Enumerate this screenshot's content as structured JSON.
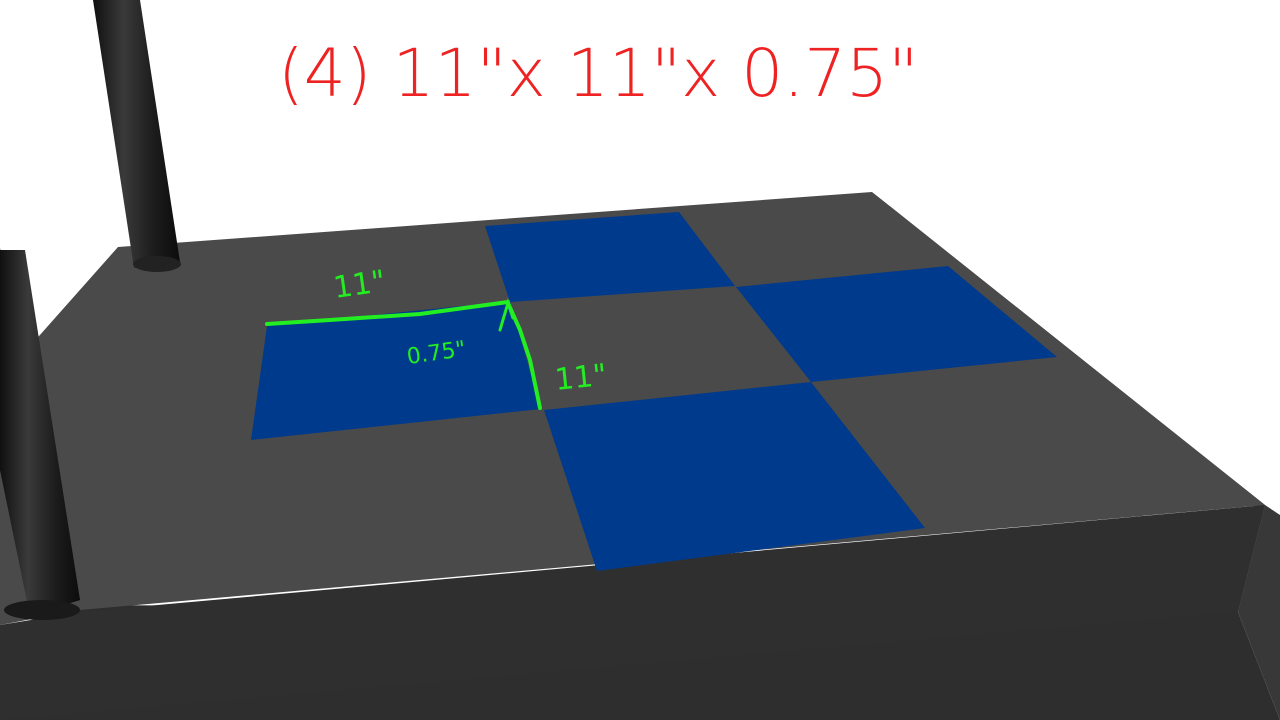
{
  "title_note": "(4) 11\"x 11\"x 0.75\"",
  "dimension_labels": {
    "top_width": "11\"",
    "side_depth": "11\"",
    "thickness": "0.75\""
  },
  "colors": {
    "background": "#ffffff",
    "platform_top": "#4a4a4a",
    "platform_front": "#2e2e2e",
    "platform_right": "#3a3a3a",
    "tile": "#003a8c",
    "pole": "#1e1e1e",
    "red_annotation": "#ee2222",
    "green_annotation": "#22ee22"
  },
  "tiles": {
    "count": 4,
    "pattern": "checkerboard"
  }
}
